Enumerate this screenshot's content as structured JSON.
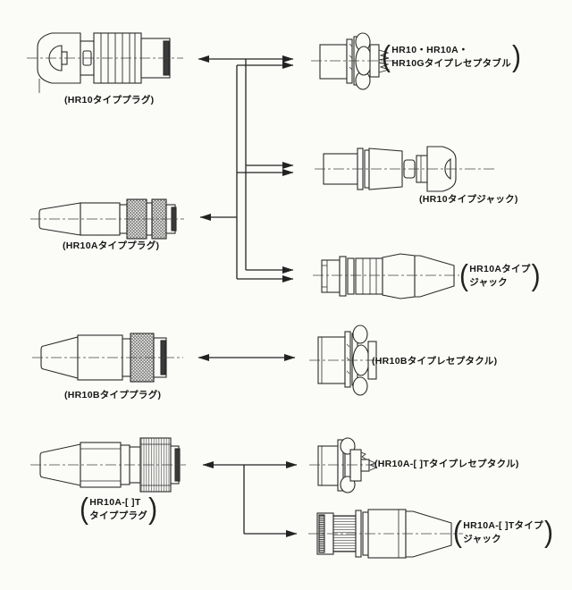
{
  "labels": {
    "hr10_plug": "(HR10タイププラグ)",
    "hr10_receptacle_line1": "HR10・HR10A・",
    "hr10_receptacle_line2": "HR10Gタイプレセプタブル",
    "hr10_jack": "(HR10タイプジャック)",
    "hr10a_plug": "(HR10Aタイププラグ)",
    "hr10a_jack_line1": "HR10Aタイプ",
    "hr10a_jack_line2": "ジャック",
    "hr10b_plug": "(HR10Bタイププラグ)",
    "hr10b_receptacle": "(HR10Bタイプレセプタクル)",
    "hr10a_t_plug_line1": "HR10A-[ ]T",
    "hr10a_t_plug_line2": "タイププラグ",
    "hr10a_t_receptacle": "(HR10A-[ ]Tタイプレセプタクル)",
    "hr10a_t_jack_line1": "HR10A-[ ]Tタイプ",
    "hr10a_t_jack_line2": "ジャック"
  },
  "glyphs": {
    "paren_open": "(",
    "paren_close": ")"
  },
  "colors": {
    "background": "#fbfbf8",
    "line": "#2a2a2a",
    "text": "#161616"
  }
}
